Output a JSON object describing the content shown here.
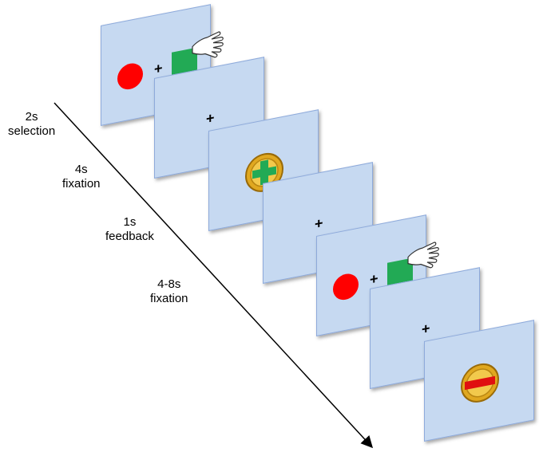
{
  "diagram": {
    "phases": [
      {
        "duration": "2s",
        "name": "selection"
      },
      {
        "duration": "4s",
        "name": "fixation"
      },
      {
        "duration": "1s",
        "name": "feedback"
      },
      {
        "duration": "4-8s",
        "name": "fixation"
      }
    ],
    "fixation_symbol": "+",
    "colors": {
      "panel": "#c6d9f1",
      "panel_border": "#8eaadb",
      "left_option": "#ff0000",
      "right_option": "#22aa55",
      "coin": "#e0a820",
      "gain_symbol": "#22aa55",
      "loss_symbol": "#e01010"
    },
    "icons": [
      "pointing-hand-icon",
      "coin-gain-icon",
      "coin-loss-icon"
    ]
  }
}
